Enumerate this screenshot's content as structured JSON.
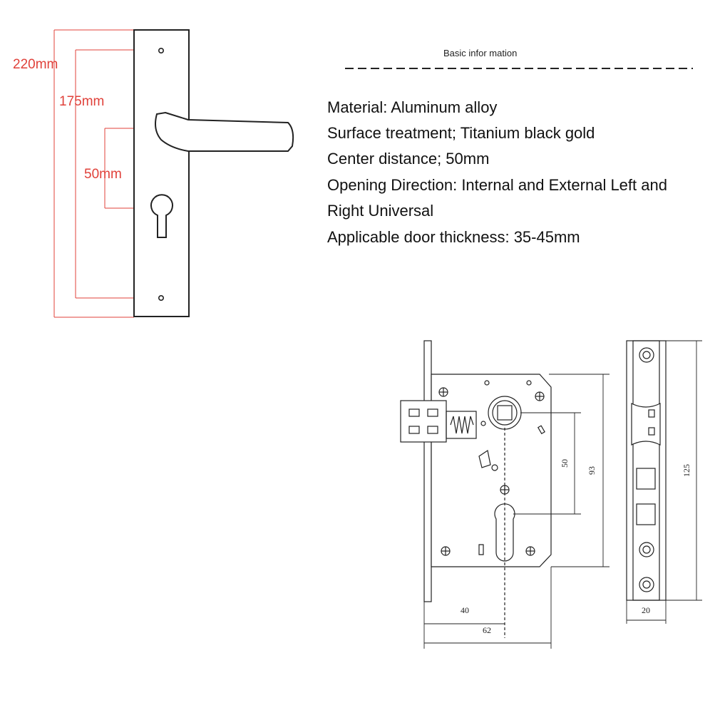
{
  "handle_dimensions": {
    "overall": "220mm",
    "screw_spacing": "175mm",
    "center_distance": "50mm"
  },
  "specs": {
    "title": "Basic infor mation",
    "lines": [
      "Material: Aluminum alloy",
      "Surface treatment; Titanium black gold",
      "Center distance; 50mm",
      "Opening Direction: Internal and External Left and",
      "Right Universal",
      "Applicable door thickness: 35-45mm"
    ]
  },
  "lock_body_dimensions": {
    "handle_to_cylinder": "50",
    "body_height": "93",
    "backset": "40",
    "body_depth": "62",
    "faceplate_height": "125",
    "faceplate_width": "20"
  },
  "colors": {
    "dimension_red": "#e0413a",
    "line_dark": "#222222"
  }
}
